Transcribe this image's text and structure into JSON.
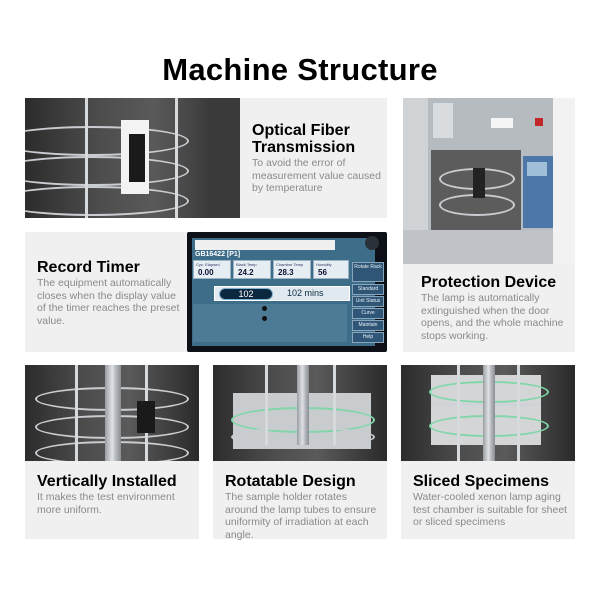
{
  "title": "Machine Structure",
  "features": [
    {
      "id": "optical",
      "heading": "Optical Fiber Transmission",
      "heading_line1": "Optical Fiber",
      "heading_line2": "Transmission",
      "desc": "To avoid the error of measurement value caused by temperature"
    },
    {
      "id": "timer",
      "heading": "Record Timer",
      "desc": "The equipment automatically closes when the display value of the timer reaches the preset value."
    },
    {
      "id": "protection",
      "heading": "Protection Device",
      "desc": "The lamp is automatically extinguished when the door opens, and the whole machine stops working."
    },
    {
      "id": "vertical",
      "heading": "Vertically Installed",
      "desc": "It makes the test environment more uniform."
    },
    {
      "id": "rotatable",
      "heading": "Rotatable Design",
      "desc": "The sample holder rotates around the lamp tubes to ensure uniformity of irradiation at each angle."
    },
    {
      "id": "sliced",
      "heading": "Sliced Specimens",
      "desc": "Water-cooled xenon lamp aging test chamber is suitable for sheet or sliced specimens"
    }
  ],
  "screen": {
    "header": "GB16422 [P1]",
    "readings": [
      {
        "label": "Cyc. Elapsed",
        "value": "0.00"
      },
      {
        "label": "Black Temp",
        "value": "24.2"
      },
      {
        "label": "Chamber Temp",
        "value": "28.3"
      },
      {
        "label": "Humidity",
        "value": "56"
      }
    ],
    "buttons": [
      "Rotate Rack",
      "Standard",
      "Unit Status",
      "Curve",
      "Maintain",
      "Help"
    ],
    "timer_setpoint": "102",
    "timer_value": "102 mins"
  },
  "colors": {
    "card_bg": "#f0f0f0",
    "heading": "#000000",
    "desc": "#8a8a8a",
    "screen_bg": "#3e6d8a"
  }
}
